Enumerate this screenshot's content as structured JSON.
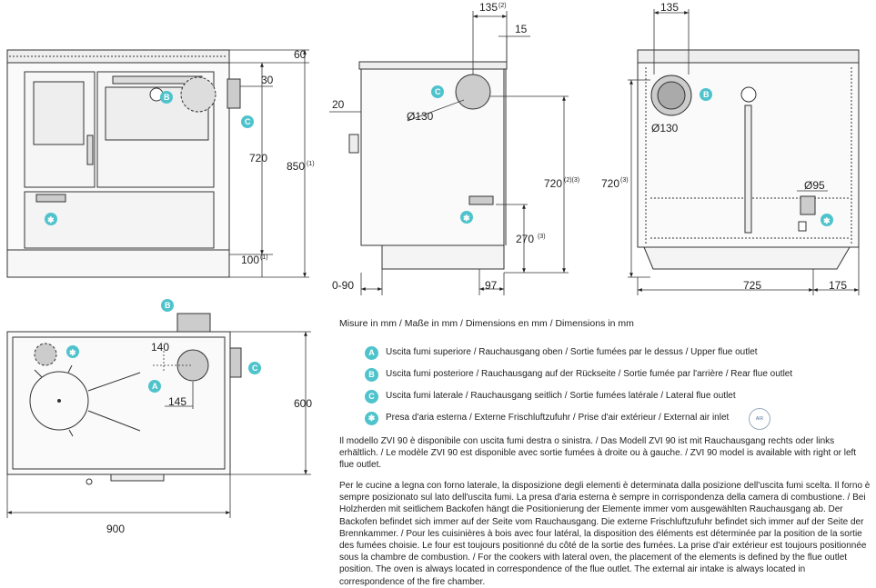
{
  "dimensions": {
    "front_top_60": "60",
    "front_30": "30",
    "front_720": "720",
    "front_850": "850",
    "front_850_note": "(1)",
    "front_100": "100",
    "front_100_note": "(1)",
    "side_135": "135",
    "side_135_note": "(2)",
    "side_15": "15",
    "side_20": "20",
    "side_diam130": "Ø130",
    "side_720": "720",
    "side_720_note": "(2)(3)",
    "side_270": "270",
    "side_270_note": "(3)",
    "side_0_90": "0-90",
    "side_97": "97",
    "back_135": "135",
    "back_diam130": "Ø130",
    "back_720": "720",
    "back_720_note": "(3)",
    "back_diam95": "Ø95",
    "back_725": "725",
    "back_175": "175",
    "top_140": "140",
    "top_145": "145",
    "top_600": "600",
    "top_900": "900"
  },
  "badges": {
    "A": "A",
    "B": "B",
    "C": "C",
    "star": "✱"
  },
  "legend": {
    "units": "Misure in mm / Maße in mm / Dimensions en mm / Dimensions in mm",
    "items": [
      {
        "badge": "A",
        "text": "Uscita fumi superiore / Rauchausgang oben / Sortie fumées par le dessus / Upper flue outlet"
      },
      {
        "badge": "B",
        "text": "Uscita fumi posteriore / Rauchausgang auf der Rückseite / Sortie fumée par l'arrière / Rear flue outlet"
      },
      {
        "badge": "C",
        "text": "Uscita fumi laterale / Rauchausgang seitlich / Sortie fumées latérale / Lateral flue outlet"
      },
      {
        "badge": "✱",
        "text": "Presa d'aria esterna / Externe Frischluftzufuhr / Prise d'air extérieur / External air inlet"
      }
    ]
  },
  "logo_text": "AIR",
  "paragraphs": {
    "p1": "Il modello ZVI 90 è disponibile con uscita fumi destra o sinistra. / Das Modell ZVI 90 ist mit Rauchausgang rechts oder links erhältlich. / Le modèle ZVI 90 est disponible avec sortie fumées à droite ou à gauche. / ZVI 90 model is available with right or left flue outlet.",
    "p2": "Per le cucine a legna con forno laterale, la disposizione degli elementi è determinata dalla posizione dell'uscita fumi scelta. Il forno è sempre posizionato sul lato dell'uscita fumi. La presa d'aria esterna è sempre in corrispondenza della camera di combustione. / Bei Holzherden mit seitlichem Backofen hängt die Positionierung der Elemente immer vom ausgewählten Rauchausgang ab. Der Backofen befindet sich immer auf der Seite vom Rauchausgang. Die externe Frischluftzufuhr befindet sich immer auf der Seite der Brennkammer. / Pour les cuisinières à bois avec four latéral, la disposition des éléments est déterminée par la position de la sortie des fumées choisie. Le four est toujours positionné du côté de la sortie des fumées. La prise d'air extérieur est toujours positionnée sous la chambre de combustion. / For the cookers with lateral oven, the placement of the elements is defined by the flue outlet position. The oven is always located in correspondence of the flue outlet. The external air intake is always located in correspondence of the fire chamber."
  },
  "colors": {
    "badge": "#4fc3cc",
    "line": "#333333",
    "panel": "#f4f4f4"
  }
}
